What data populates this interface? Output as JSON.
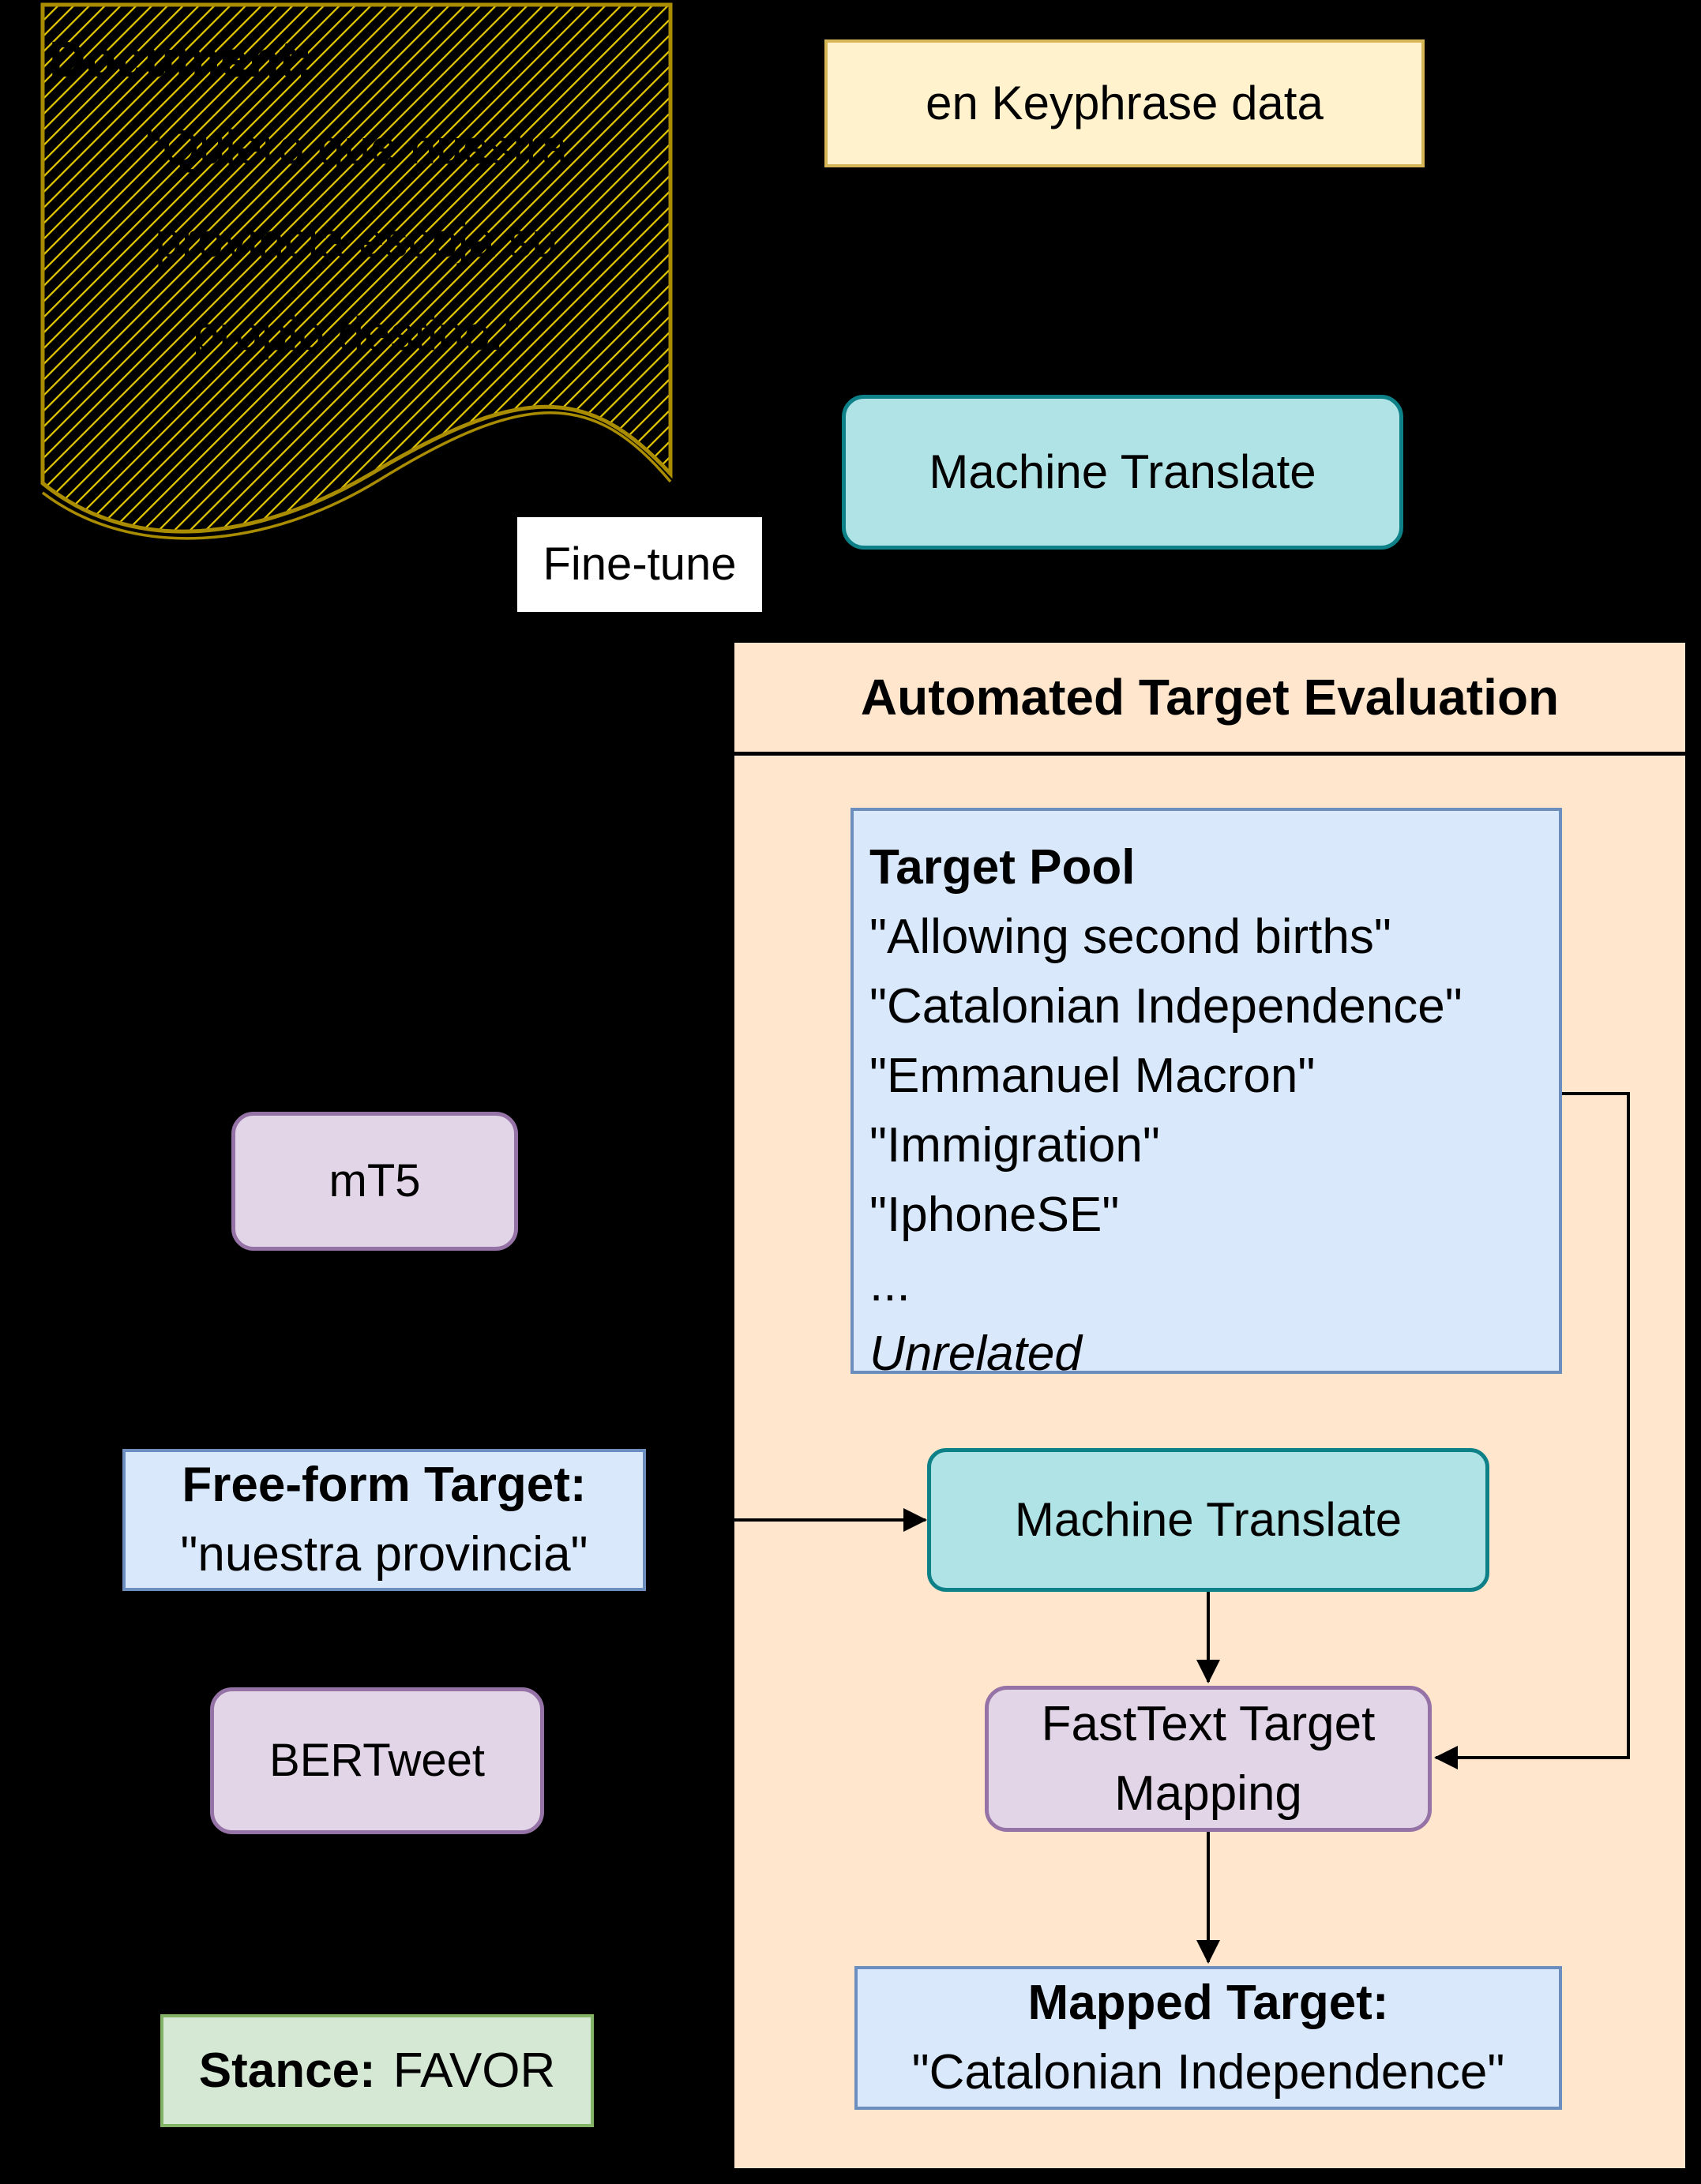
{
  "diagram": {
    "document": {
      "label": "Document:",
      "lines": [
        "\"Quiero que nuestra",
        "provincia escoja su",
        "propio destino.\""
      ]
    },
    "keyphrase_box": {
      "label": "en Keyphrase data"
    },
    "machine_translate_top": {
      "label": "Machine Translate"
    },
    "fine_tune_label": {
      "label": "Fine-tune"
    },
    "mt5_box": {
      "label": "mT5"
    },
    "free_form_box": {
      "title": "Free-form Target:",
      "value": "\"nuestra provincia\""
    },
    "bertweet_box": {
      "label": "BERTweet"
    },
    "stance_box": {
      "title": "Stance:",
      "value": "FAVOR"
    },
    "evaluation": {
      "title": "Automated Target Evaluation",
      "target_pool": {
        "title": "Target Pool",
        "items": [
          "\"Allowing second births\"",
          "\"Catalonian Independence\"",
          "\"Emmanuel Macron\"",
          "\"Immigration\"",
          "\"IphoneSE\"",
          "...",
          "Unrelated"
        ]
      },
      "machine_translate_inner": {
        "label": "Machine Translate"
      },
      "fasttext_box": {
        "line1": "FastText Target",
        "line2": "Mapping"
      },
      "mapped_target_box": {
        "title": "Mapped Target:",
        "value": "\"Catalonian Independence\""
      }
    },
    "colors": {
      "background": "#000000",
      "orange_fill": "#FFE6CC",
      "yellow_fill": "#FFF2CC",
      "yellow_stroke": "#D6B656",
      "teal_fill": "#B0E3E6",
      "teal_stroke": "#0E8088",
      "blue_fill": "#DAE8FC",
      "blue_stroke": "#6C8EBF",
      "purple_fill": "#E1D5E7",
      "purple_stroke": "#9673A6",
      "green_fill": "#D5E8D4",
      "green_stroke": "#82B366",
      "document_hatch": "#E3C800",
      "document_stroke": "#A98C00",
      "arrow_color": "#000000"
    }
  }
}
